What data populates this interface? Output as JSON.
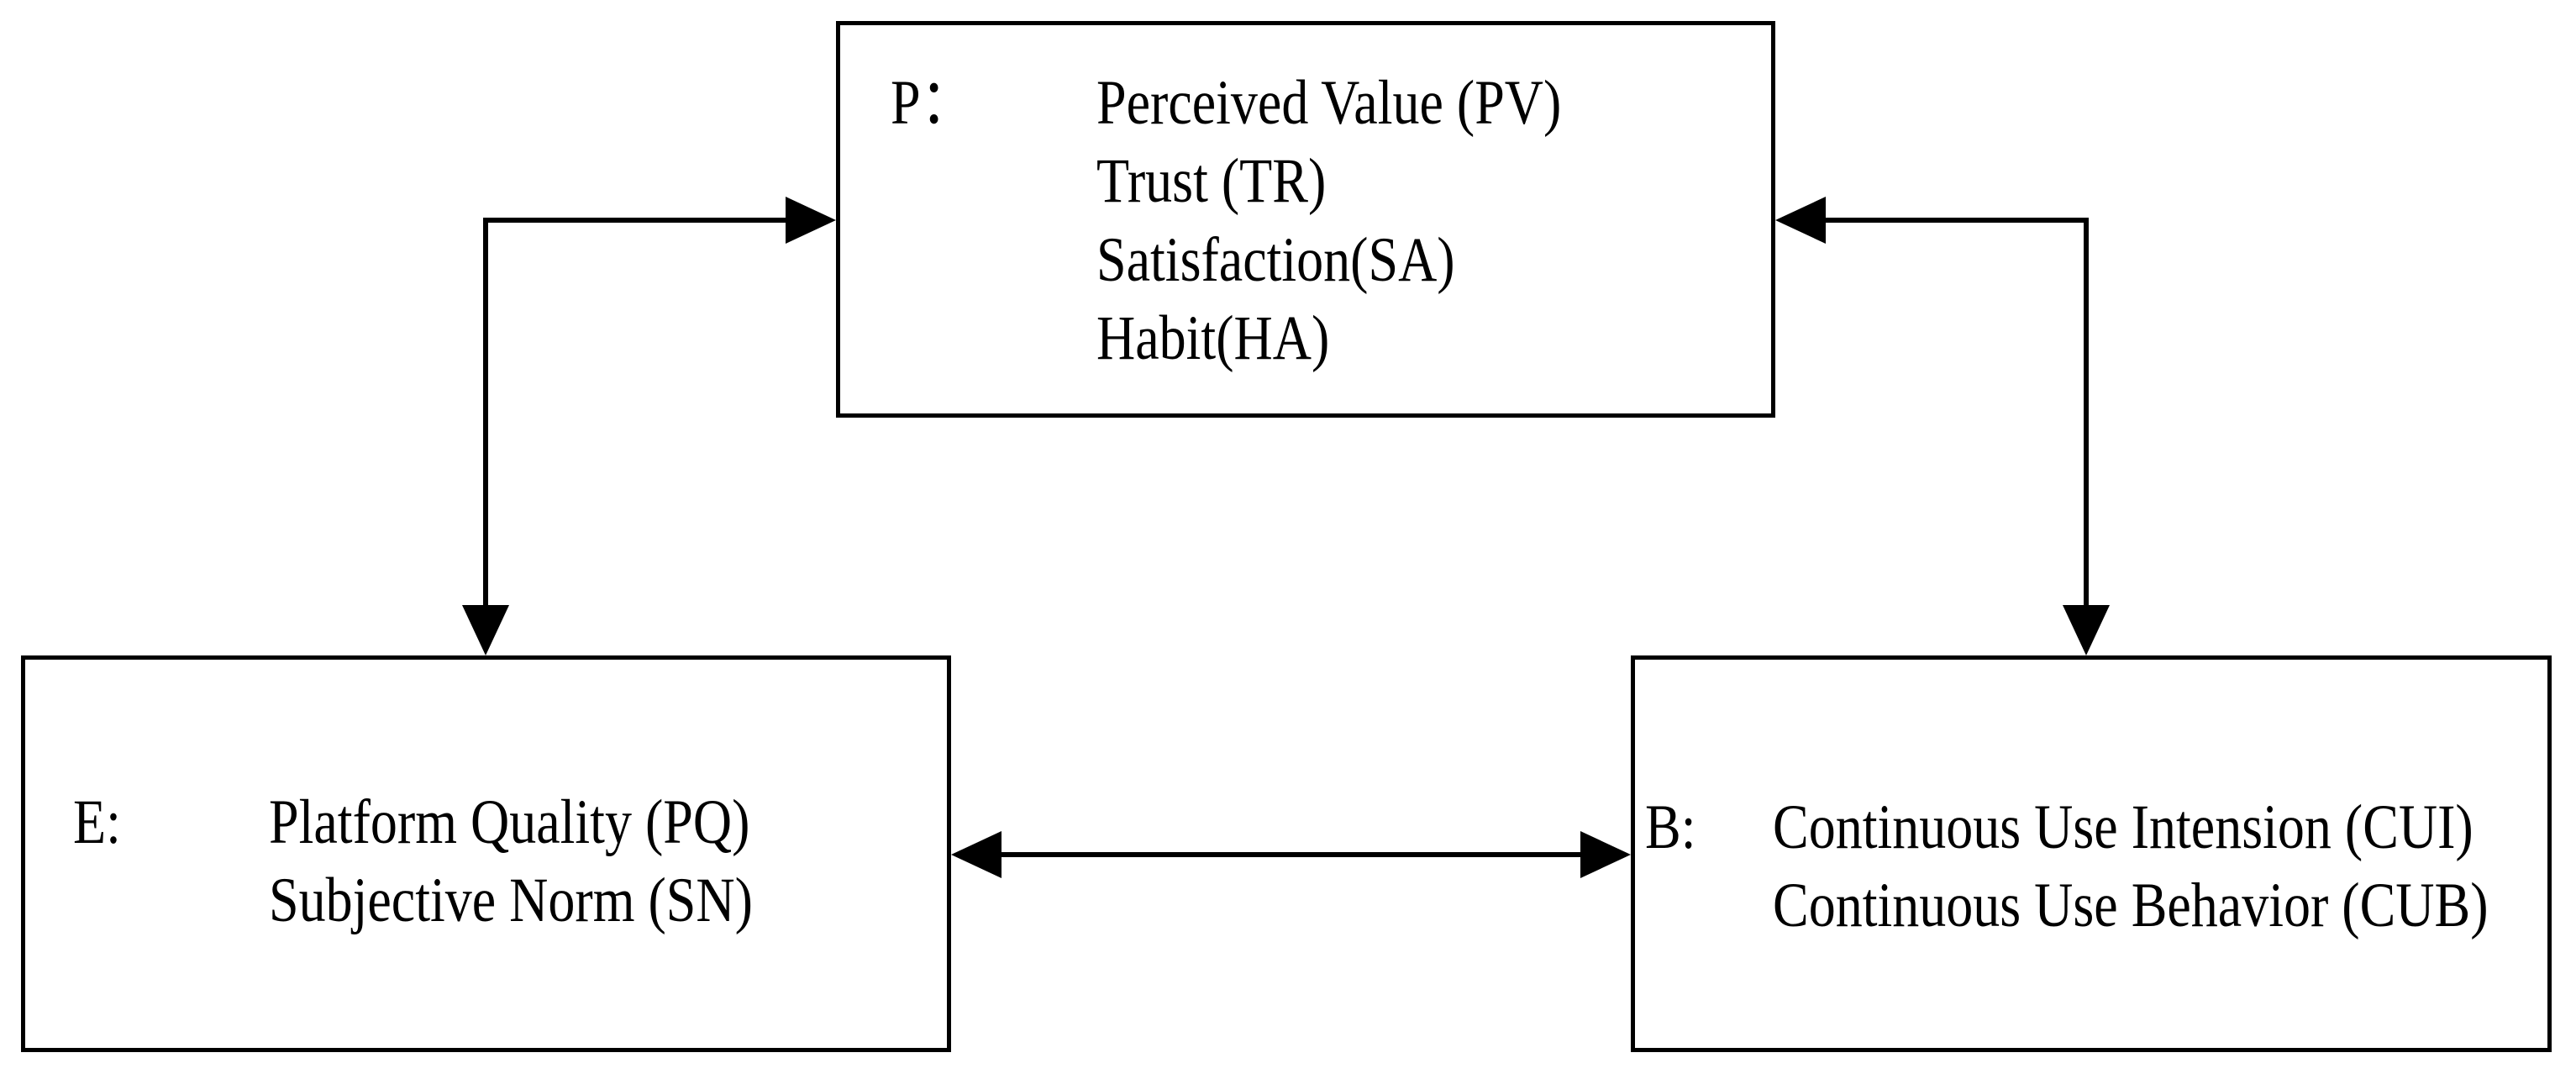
{
  "figure": {
    "background_color": "#ffffff",
    "ink_color": "#000000",
    "boxes": {
      "p": {
        "label": "P：",
        "items": [
          "Perceived Value (PV)",
          "Trust (TR)",
          "Satisfaction(SA)",
          "Habit(HA)"
        ]
      },
      "e": {
        "label": "E:",
        "items": [
          "Platform Quality (PQ)",
          "Subjective Norm (SN)"
        ]
      },
      "b": {
        "label": "B:",
        "items": [
          "Continuous Use Intension (CUI)",
          "Continuous Use Behavior (CUB)"
        ]
      }
    },
    "connectors": [
      {
        "from": "E",
        "to": "P",
        "shape": "elbow",
        "arrows": "both-ends"
      },
      {
        "from": "P",
        "to": "B",
        "shape": "elbow",
        "arrows": "both-ends"
      },
      {
        "from": "E",
        "to": "B",
        "shape": "straight",
        "arrows": "both-ends"
      }
    ]
  }
}
